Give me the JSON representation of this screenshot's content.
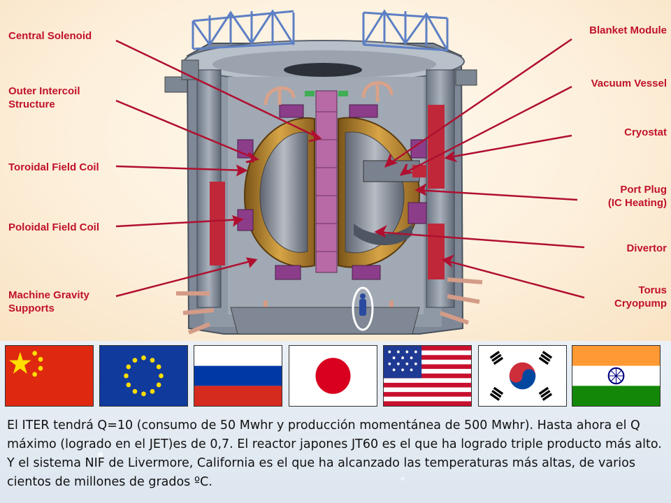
{
  "labels": {
    "central_solenoid": "Central Solenoid",
    "outer_intercoil_1": "Outer Intercoil",
    "outer_intercoil_2": "Structure",
    "toroidal_field_coil": "Toroidal Field Coil",
    "poloidal_field_coil": "Poloidal Field Coil",
    "machine_gravity_1": "Machine Gravity",
    "machine_gravity_2": "Supports",
    "blanket_module": "Blanket Module",
    "vacuum_vessel": "Vacuum Vessel",
    "cryostat": "Cryostat",
    "port_plug_1": "Port Plug",
    "port_plug_2": "(IC Heating)",
    "divertor": "Divertor",
    "torus_cryopump_1": "Torus",
    "torus_cryopump_2": "Cryopump"
  },
  "flags": [
    "china-flag",
    "eu-flag",
    "russia-flag",
    "japan-flag",
    "usa-flag",
    "korea-flag",
    "india-flag"
  ],
  "caption": "El ITER tendrá Q=10 (consumo de 50 Mwhr y producción momentánea de 500 Mwhr). Hasta ahora el Q máximo (logrado en el JET)es de 0,7. El reactor japones JT60 es el que ha logrado triple producto más alto. Y el sistema NIF de Livermore, California es el que ha alcanzado las temperaturas más altas, de varios cientos de millones de grados ºC.",
  "colors": {
    "label_red": "#c0122b",
    "arrow": "#b01030"
  }
}
